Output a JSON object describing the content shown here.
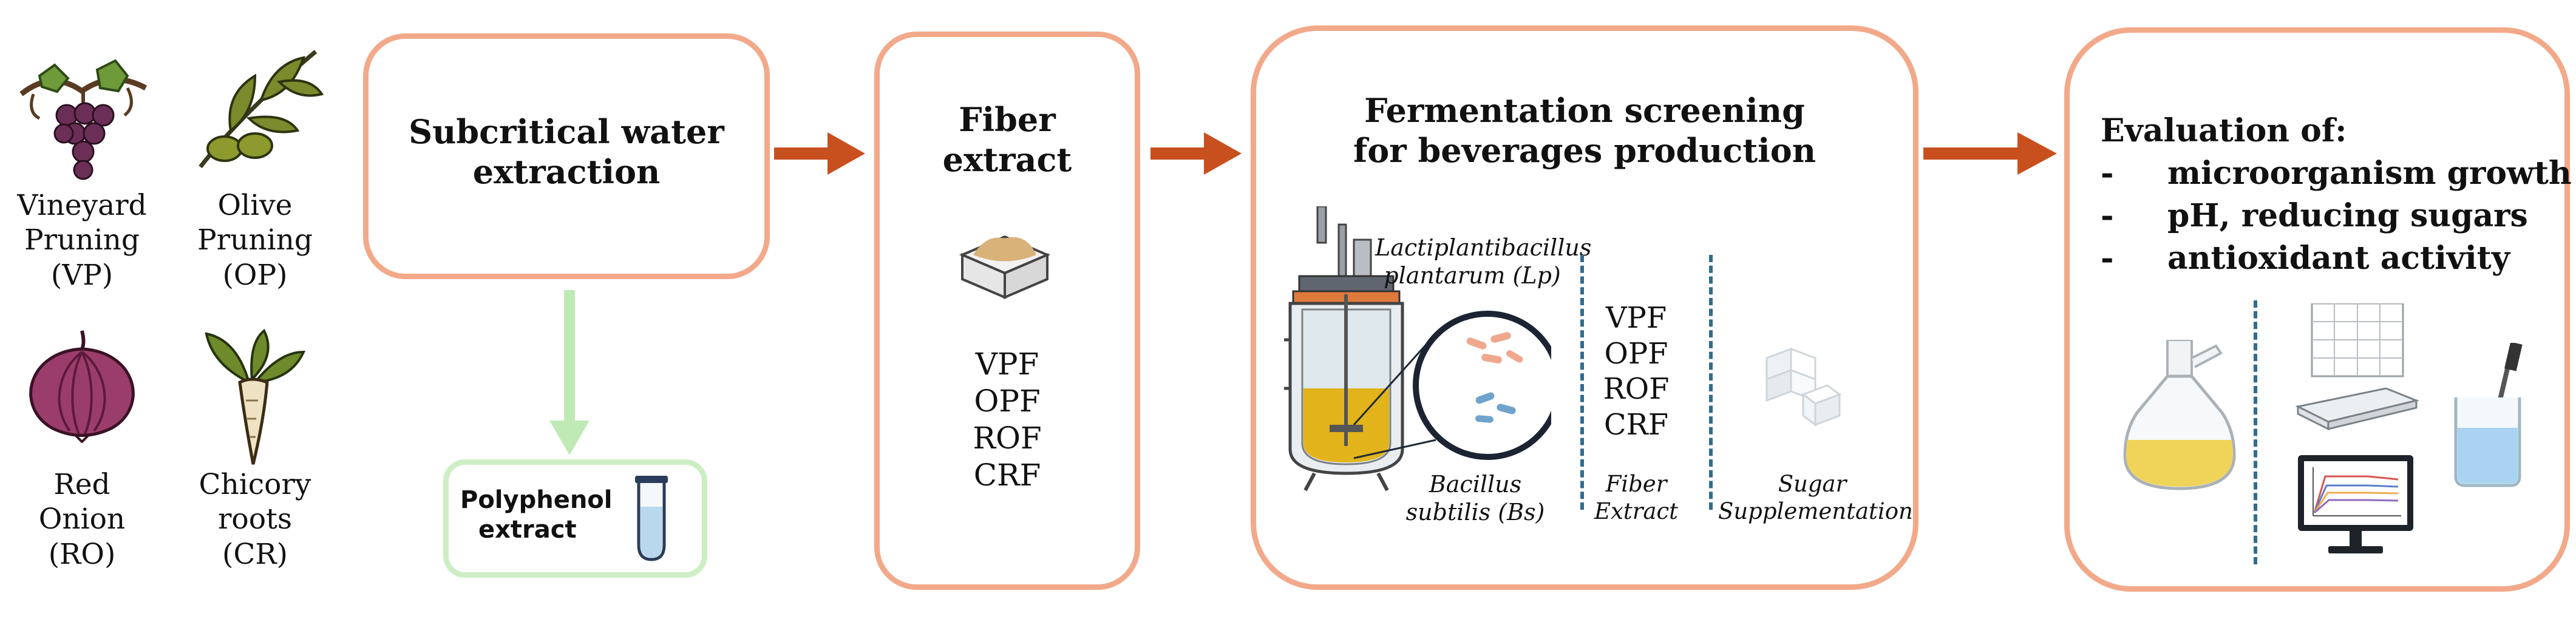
{
  "sources": [
    {
      "name": "Vineyard Pruning",
      "code": "(VP)",
      "icon": "grape-vine-icon"
    },
    {
      "name": "Olive Pruning",
      "code": "(OP)",
      "icon": "olive-branch-icon"
    },
    {
      "name": "Red Onion",
      "code": "(RO)",
      "icon": "red-onion-icon"
    },
    {
      "name": "Chicory roots",
      "code": "(CR)",
      "icon": "chicory-root-icon"
    }
  ],
  "extraction": {
    "title_line1": "Subcritical  water",
    "title_line2": "extraction"
  },
  "polyphenol": {
    "line1": "Polyphenol",
    "line2": "extract"
  },
  "fiber": {
    "title_line1": "Fiber",
    "title_line2": "extract",
    "items": [
      "VPF",
      "OPF",
      "ROF",
      "CRF"
    ]
  },
  "fermentation": {
    "title_line1": "Fermentation screening",
    "title_line2": "for beverages production",
    "lp_line1": "Lactiplantibacillus",
    "lp_line2": "plantarum (Lp)",
    "bs_line1": "Bacillus",
    "bs_line2": "subtilis (Bs)",
    "fiber_items": [
      "VPF",
      "OPF",
      "ROF",
      "CRF"
    ],
    "fiber_label_line1": "Fiber",
    "fiber_label_line2": "Extract",
    "sugar_label_line1": "Sugar",
    "sugar_label_line2": "Supplementation"
  },
  "evaluation": {
    "title": "Evaluation of:",
    "items": [
      "microorganism growth",
      "pH, reducing sugars",
      "antioxidant activity"
    ]
  },
  "colors": {
    "box_border": "#f2a98a",
    "arrow": "#c8501e",
    "polyphenol_border": "#cdeec4",
    "polyphenol_arrow": "#bfeab5",
    "separator": "#2e6d8f"
  }
}
